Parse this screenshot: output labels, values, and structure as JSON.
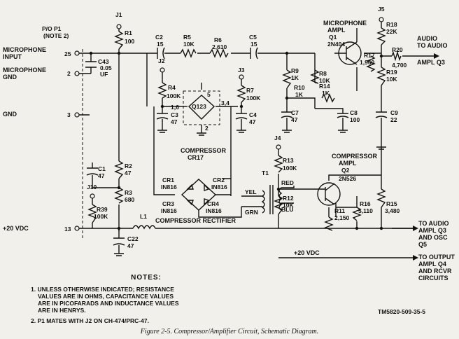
{
  "labels": {
    "j1": "J1",
    "j2": "J2",
    "j3": "J3",
    "j4": "J4",
    "j5": "J5",
    "j10": "J10",
    "p0p1": "P/O P1",
    "note2": "(NOTE 2)",
    "mic_input_1": "MICROPHONE",
    "mic_input_2": "INPUT",
    "mic_gnd_1": "MICROPHONE",
    "mic_gnd_2": "GND",
    "gnd": "GND",
    "vdc_in": "+20 VDC",
    "pin25": "25",
    "pin2": "2",
    "pin3": "3",
    "pin13": "13",
    "r1": "R1",
    "r1v": "100",
    "c43": "C43",
    "c43v": "0.05",
    "c43u": "UF",
    "c2": "C2",
    "c2v": "15",
    "r5": "R5",
    "r5v": "10K",
    "r6": "R6",
    "r6v": "2,610",
    "c5": "C5",
    "c5v": "15",
    "r4": "R4",
    "r4v": "100K",
    "c3": "C3",
    "c3v": "47",
    "q123": "Q123",
    "n5": "5",
    "n16": "1,6",
    "n34": "3,4",
    "n2": "2",
    "r7": "R7",
    "r7v": "100K",
    "c4": "C4",
    "c4v": "47",
    "comp_1": "COMPRESSOR",
    "comp_2": "CR17",
    "r2": "R2",
    "r2v": "47",
    "c1": "C1",
    "c1v": "47",
    "r3": "R3",
    "r3v": "680",
    "cr1": "CR1",
    "cr1v": "IN816",
    "cr2": "CR2",
    "cr2v": "IN816",
    "cr3": "CR3",
    "cr3v": "IN816",
    "cr4": "CR4",
    "cr4v": "IN816",
    "comp_rect": "COMPRESSOR RECTIFIER",
    "t1": "T1",
    "yel": "YEL",
    "grn": "GRN",
    "red": "RED",
    "blu": "BLU",
    "r39": "R39",
    "r39v": "100K",
    "l1": "L1",
    "c22": "C22",
    "c22v": "47",
    "r9": "R9",
    "r9v": "1K",
    "r8": "R8",
    "r8v": "10K",
    "r10": "R10",
    "r10v": "1K",
    "r14": "R14",
    "r14v": "1K",
    "c7": "C7",
    "c7v": "47",
    "c8": "C8",
    "c8v": "100",
    "mic_amp_1": "MICROPHONE",
    "mic_amp_2": "AMPL",
    "q1": "Q1",
    "q1v": "2N404",
    "r18": "R18",
    "r18v": "22K",
    "r17": "R17",
    "r17v": "1,960",
    "r20": "R20",
    "r20v": "4,700",
    "r19": "R19",
    "r19v": "10K",
    "c9": "C9",
    "c9v": "22",
    "audio_1": "AUDIO",
    "audio_2": "TO AUDIO",
    "audio_3": "AMPL Q3",
    "r13": "R13",
    "r13v": "100K",
    "r12": "R12",
    "r12v": "10K",
    "comp_amp_1": "COMPRESSOR",
    "comp_amp_2": "AMPL",
    "q2": "Q2",
    "q2v": "2N526",
    "r11": "R11",
    "r11v": "2,150",
    "r16": "R16",
    "r16v": "5,110",
    "r15": "R15",
    "r15v": "3,480",
    "to_q3_1": "TO AUDIO",
    "to_q3_2": "AMPL Q3",
    "to_q3_3": "AND OSC",
    "to_q3_4": "Q5",
    "vdc_mid": "+20 VDC",
    "to_q4_1": "TO OUTPUT",
    "to_q4_2": "AMPL Q4",
    "to_q4_3": "AND RCVR",
    "to_q4_4": "CIRCUITS"
  },
  "notes": {
    "title": "NOTES:",
    "note1_l1": "1. UNLESS OTHERWISE INDICATED; RESISTANCE",
    "note1_l2": "VALUES ARE IN OHMS, CAPACITANCE VALUES",
    "note1_l3": "ARE IN PICOFARADS AND INDUCTANCE VALUES",
    "note1_l4": "ARE IN HENRYS.",
    "note2": "2. P1 MATES WITH J2 ON CH-474/PRC-47."
  },
  "tm_number": "TM5820-509-35-5",
  "caption": "Figure 2-5. Compressor/Amplifier Circuit, Schematic Diagram."
}
